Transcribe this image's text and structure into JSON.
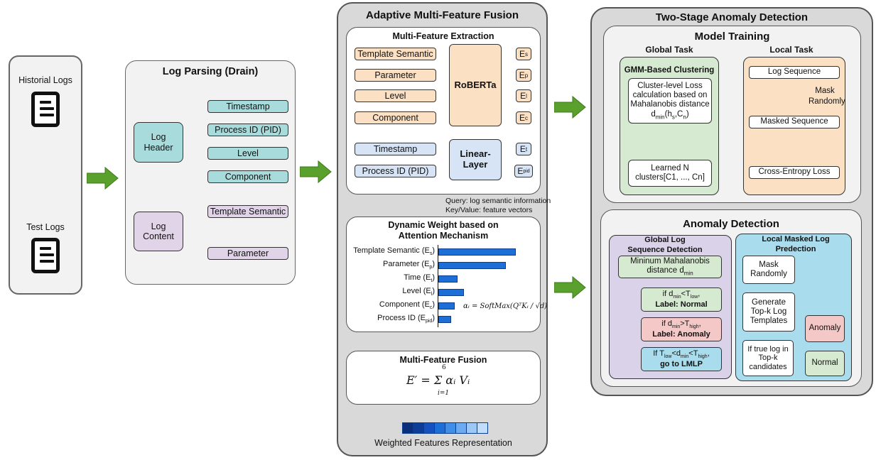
{
  "inputs": {
    "historical_label": "Historial Logs",
    "test_label": "Test Logs"
  },
  "parsing": {
    "title": "Log Parsing (Drain)",
    "header": "Log Header",
    "content": "Log Content",
    "header_items": [
      "Timestamp",
      "Process ID (PID)",
      "Level",
      "Component"
    ],
    "content_items": [
      "Template Semantic",
      "Parameter"
    ]
  },
  "fusion": {
    "title": "Adaptive Multi-Feature Fusion",
    "extraction_title": "Multi-Feature Extraction",
    "roberta_inputs": [
      "Template Semantic",
      "Parameter",
      "Level",
      "Component"
    ],
    "roberta": "RoBERTa",
    "linear_inputs": [
      "Timestamp",
      "Process ID (PID)"
    ],
    "linear": "Linear-Layer",
    "embeddings": {
      "es": {
        "base": "E",
        "sub": "s"
      },
      "ep": {
        "base": "E",
        "sub": "p"
      },
      "el": {
        "base": "E",
        "sub": "l"
      },
      "ec": {
        "base": "E",
        "sub": "c"
      },
      "et": {
        "base": "E",
        "sub": "t"
      },
      "epid": {
        "base": "E",
        "sub": "pid"
      }
    },
    "query_note": "Query: log semantic information",
    "kv_note": "Key/Value: feature vectors",
    "attention_title_1": "Dynamic Weight based on",
    "attention_title_2": "Attention Mechanism",
    "weights": [
      {
        "label": "Template Semantic (E",
        "sub": "s",
        "value": 0.85
      },
      {
        "label": "Parameter (E",
        "sub": "p",
        "value": 0.74
      },
      {
        "label": "Time (E",
        "sub": "t",
        "value": 0.21
      },
      {
        "label": "Level (E",
        "sub": "l",
        "value": 0.28
      },
      {
        "label": "Component (E",
        "sub": "c",
        "value": 0.18
      },
      {
        "label": "Process ID (E",
        "sub": "pid",
        "value": 0.14
      }
    ],
    "alpha_formula": "αᵢ = SoftMax(QᵀKᵢ / √d)",
    "mff_title": "Multi-Feature Fusion",
    "mff_formula": "E′ = Σ αᵢ Vᵢ",
    "mff_upper": "6",
    "mff_lower": "i=1",
    "weighted_label": "Weighted Features Representation",
    "weighted_colors": [
      "#0b2f7a",
      "#0e3d99",
      "#1552c0",
      "#1e6ed8",
      "#3f8fe8",
      "#6cabf0",
      "#9cc8f6",
      "#c2ddfa"
    ]
  },
  "detection": {
    "title": "Two-Stage Anomaly Detection",
    "training_title": "Model Training",
    "global_task": "Global Task",
    "local_task": "Local Task",
    "gmm_title": "GMM-Based Clustering",
    "gmm_box_1": "Cluster-level Loss calculation based on Mahalanobis distance",
    "gmm_box_1_formula": {
      "d": "d",
      "dsub": "min",
      "args": "(h",
      "hsub": "s",
      "mid": ",C",
      "csub": "n",
      "end": ")"
    },
    "gmm_box_2": "Learned N clusters[C1, ..., Cn]",
    "log_sequence": "Log Sequence",
    "mask_randomly": "Mask Randomly",
    "masked_sequence": "Masked Sequence",
    "cross_entropy": "Cross-Entropy Loss",
    "ad_title": "Anomaly Detection",
    "global_detect_title": "Global Log Sequence Detection",
    "min_dist": "Mininum Mahalanobis distance d",
    "min_dist_sub": "min",
    "rule_normal_cond": "if d",
    "rule_normal_label": "Label: Normal",
    "rule_anomaly_label": "Label: Anomaly",
    "rule_lmlp_label": "go to LMLP",
    "local_title": "Local Masked Log Predection",
    "mask_randomly_2": "Mask Randomly",
    "generate_topk": "Generate Top-k Log Templates",
    "if_true": "If true log in Top-k candidates",
    "anomaly": "Anomaly",
    "normal": "Normal"
  },
  "colors": {
    "arrow_green": "#5aa02c",
    "teal": "#a8dcdc",
    "purple": "#e2d4e8",
    "peach": "#fbe0c4",
    "blue": "#d6e4f5",
    "bar_blue": "#1e6ed8"
  }
}
